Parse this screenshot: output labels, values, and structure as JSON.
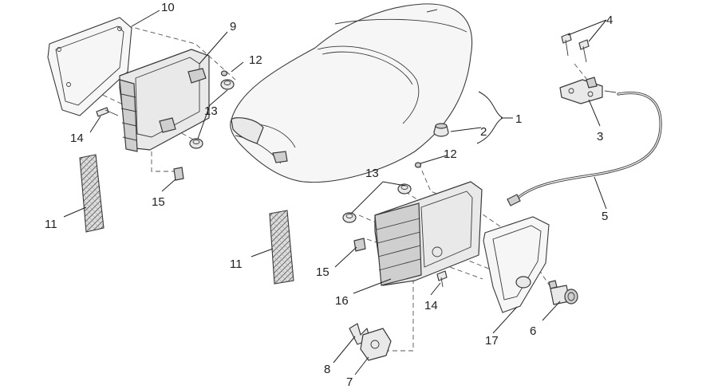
{
  "callouts": {
    "c1": "1",
    "c2": "2",
    "c3": "3",
    "c4": "4",
    "c5": "5",
    "c6": "6",
    "c7": "7",
    "c8": "8",
    "c9": "9",
    "c10": "10",
    "c11a": "11",
    "c11b": "11",
    "c12a": "12",
    "c12b": "12",
    "c13a": "13",
    "c13b": "13",
    "c14a": "14",
    "c14b": "14",
    "c15a": "15",
    "c15b": "15",
    "c16": "16",
    "c17": "17"
  }
}
